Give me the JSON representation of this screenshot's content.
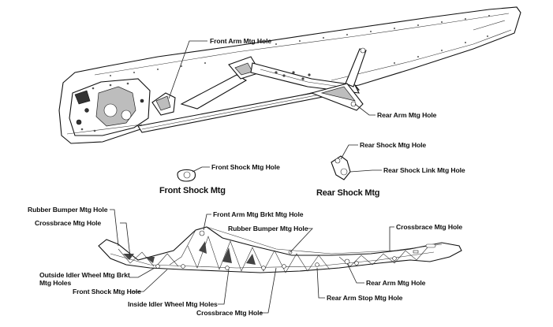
{
  "labels": {
    "front_arm_mtg_hole": "Front Arm Mtg Hole",
    "rear_arm_mtg_hole_top": "Rear Arm Mtg Hole",
    "rear_shock_mtg_hole": "Rear Shock Mtg Hole",
    "rear_shock_link_mtg_hole": "Rear Shock Link Mtg Hole",
    "front_shock_mtg_hole_top": "Front Shock Mtg Hole",
    "front_shock_mtg_title": "Front Shock Mtg",
    "rear_shock_mtg_title": "Rear Shock Mtg",
    "rubber_bumper_mtg_hole_left": "Rubber Bumper Mtg Hole",
    "crossbrace_mtg_hole_left": "Crossbrace Mtg Hole",
    "front_arm_mtg_brkt_mtg_hole": "Front Arm Mtg Brkt Mtg Hole",
    "rubber_bumper_mtg_hole_mid": "Rubber Bumper Mtg Hole",
    "crossbrace_mtg_hole_right": "Crossbrace Mtg Hole",
    "outside_idler_line1": "Outside Idler Wheel Mtg Brkt",
    "outside_idler_line2": "Mtg Holes",
    "front_shock_mtg_hole_bottom": "Front Shock Mtg Hole",
    "inside_idler_wheel_mtg_holes": "Inside Idler Wheel Mtg Holes",
    "crossbrace_mtg_hole_bottom": "Crossbrace Mtg Hole",
    "rear_arm_mtg_hole_bottom": "Rear Arm Mtg Hole",
    "rear_arm_stop_mtg_hole": "Rear Arm Stop Mtg Hole"
  }
}
